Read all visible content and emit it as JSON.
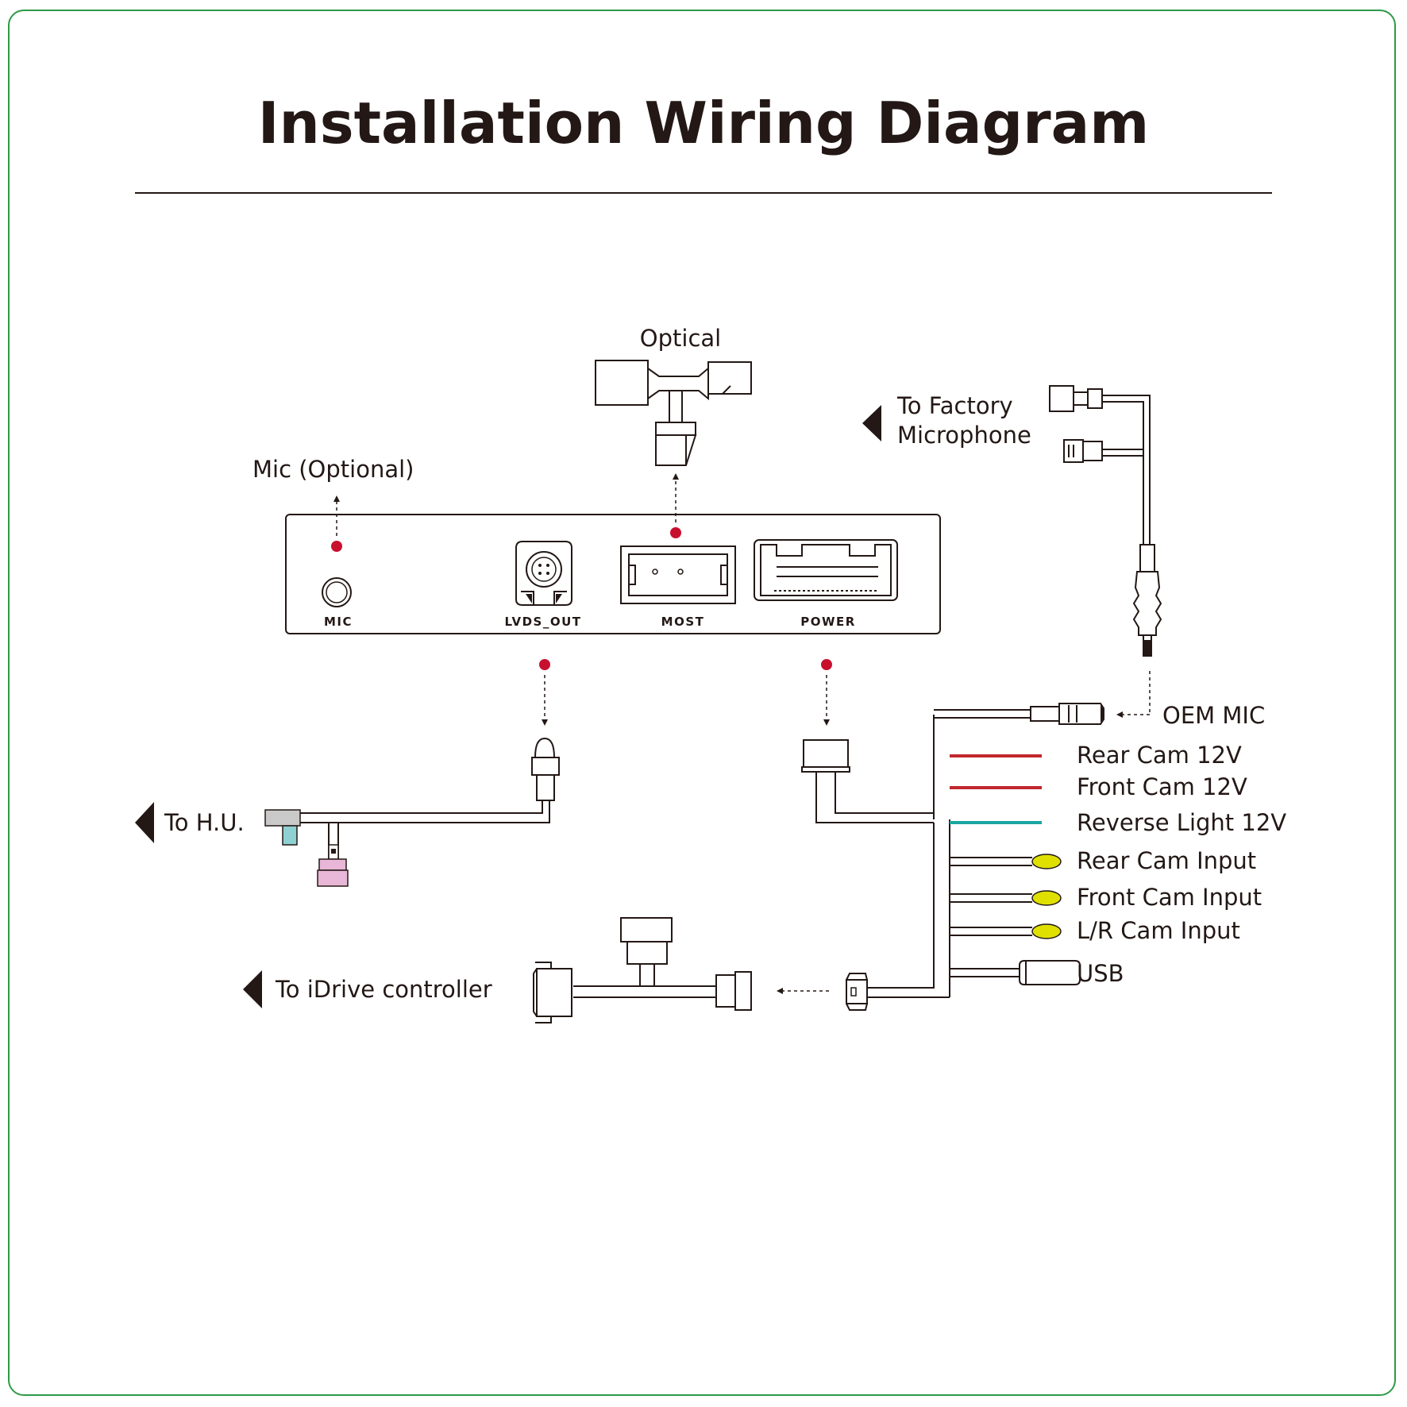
{
  "title": "Installation Wiring Diagram",
  "labels": {
    "optical": "Optical",
    "mic_optional": "Mic (Optional)",
    "to_factory_line1": "To Factory",
    "to_factory_line2": "Microphone",
    "oem_mic": "OEM MIC",
    "to_hu": "To H.U.",
    "to_idrive": "To iDrive controller"
  },
  "ports": [
    "MIC",
    "LVDS_OUT",
    "MOST",
    "POWER"
  ],
  "wires": [
    {
      "label": "Rear Cam 12V",
      "color": "#c1272d",
      "kind": "wire"
    },
    {
      "label": "Front Cam 12V",
      "color": "#c1272d",
      "kind": "wire"
    },
    {
      "label": "Reverse Light 12V",
      "color": "#1aa6a0",
      "kind": "wire"
    },
    {
      "label": "Rear Cam Input",
      "color": "#dfe000",
      "kind": "rca"
    },
    {
      "label": "Front Cam Input",
      "color": "#dfe000",
      "kind": "rca"
    },
    {
      "label": "L/R Cam Input",
      "color": "#dfe000",
      "kind": "rca"
    },
    {
      "label": "USB",
      "color": "#ffffff",
      "kind": "usb"
    }
  ],
  "colors": {
    "border": "#2e9a46",
    "marker": "#c8102e",
    "hu_blue": "#8fd0d2",
    "hu_pink": "#e8b6d6",
    "hu_gray": "#c9c9c9"
  }
}
